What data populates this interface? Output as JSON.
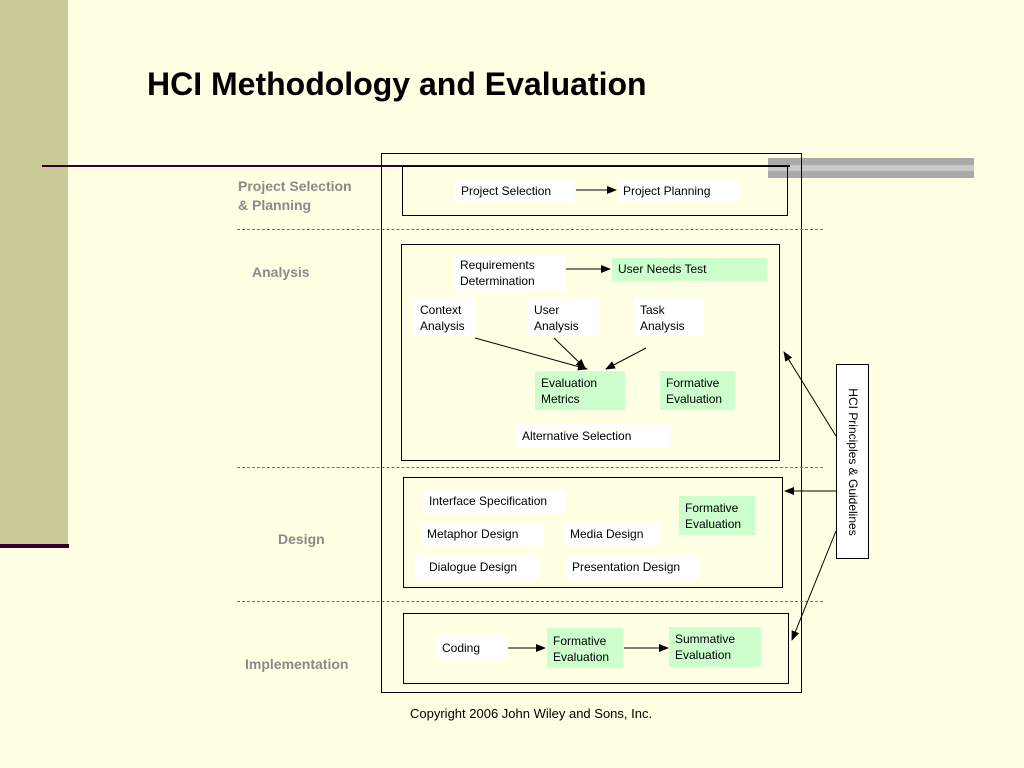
{
  "slide": {
    "title": "HCI Methodology and Evaluation",
    "copyright": "Copyright 2006 John Wiley and Sons, Inc."
  },
  "phases": {
    "project_selection": "Project Selection\n& Planning",
    "analysis": "Analysis",
    "design": "Design",
    "implementation": "Implementation"
  },
  "nodes": {
    "project_selection": "Project Selection",
    "project_planning": "Project Planning",
    "requirements_determination": "Requirements\nDetermination",
    "user_needs_test": "User Needs Test",
    "context_analysis": "Context\nAnalysis",
    "user_analysis": "User\nAnalysis",
    "task_analysis": "Task\nAnalysis",
    "evaluation_metrics": "Evaluation\nMetrics",
    "formative_evaluation_analysis": "Formative\nEvaluation",
    "alternative_selection": "Alternative Selection",
    "interface_specification": "Interface Specification",
    "formative_evaluation_design": "Formative\nEvaluation",
    "metaphor_design": "Metaphor Design",
    "media_design": "Media Design",
    "dialogue_design": "Dialogue Design",
    "presentation_design": "Presentation Design",
    "coding": "Coding",
    "formative_evaluation_implementation": "Formative\nEvaluation",
    "summative_evaluation": "Summative\nEvaluation"
  },
  "side_panel": {
    "label": "HCI Principles & Guidelines"
  },
  "colors": {
    "background": "#FFFFE3",
    "sidebar": "#CACA98",
    "accent_rule": "#33002A",
    "evaluation_fill": "#CCFFCC",
    "phase_separator": "#E04040",
    "phase_label": "#8A8A8A"
  }
}
